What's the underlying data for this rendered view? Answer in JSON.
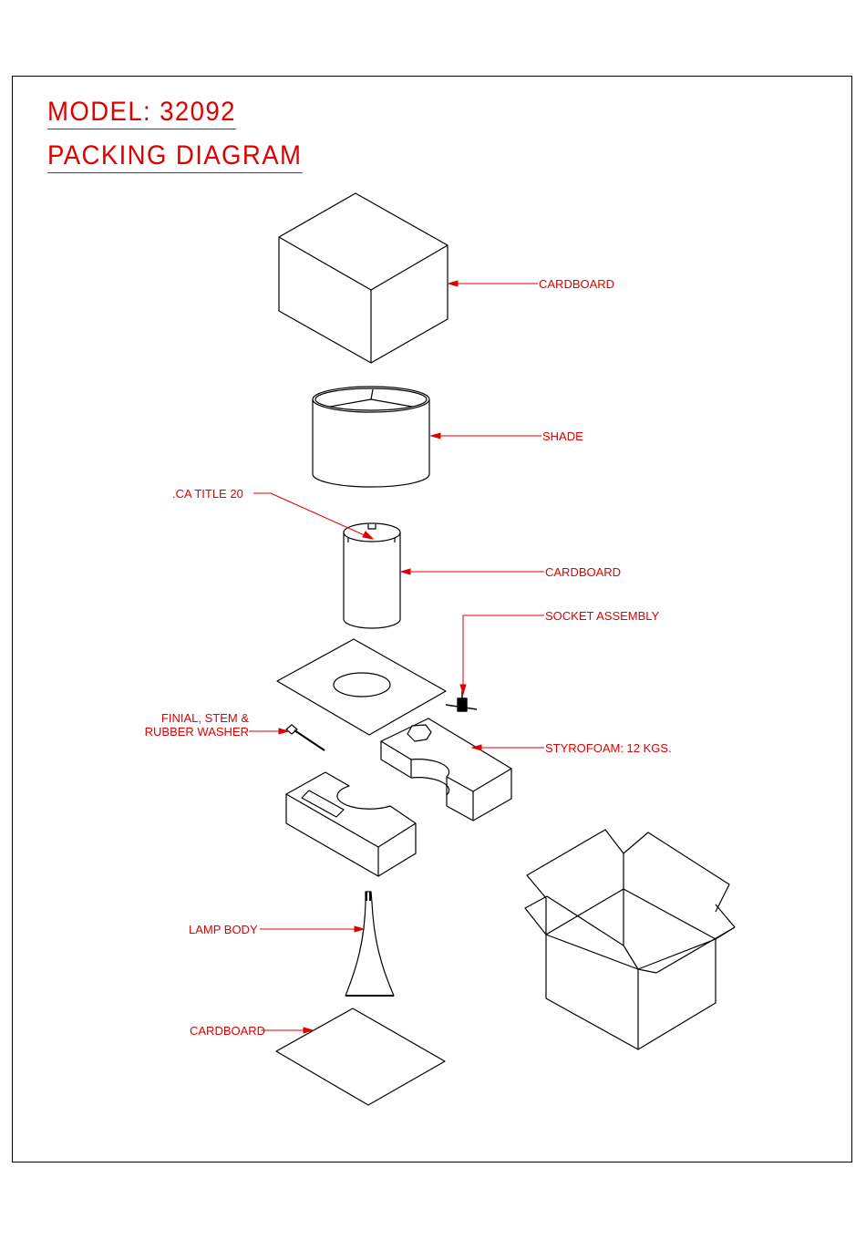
{
  "title": {
    "model": "MODEL: 32092",
    "subtitle": "PACKING DIAGRAM"
  },
  "labels": {
    "cardboard_top": "CARDBOARD",
    "shade": "SHADE",
    "ca_title": ".CA TITLE 20",
    "cardboard_tube": "CARDBOARD",
    "socket_assembly": "SOCKET ASSEMBLY",
    "finial_line1": "FINIAL, STEM &",
    "finial_line2": "RUBBER WASHER",
    "styrofoam": "STYROFOAM: 12 KGS.",
    "lamp_body": "LAMP BODY",
    "cardboard_bottom": "CARDBOARD"
  },
  "colors": {
    "label": "#e00000",
    "line": "#000000"
  }
}
